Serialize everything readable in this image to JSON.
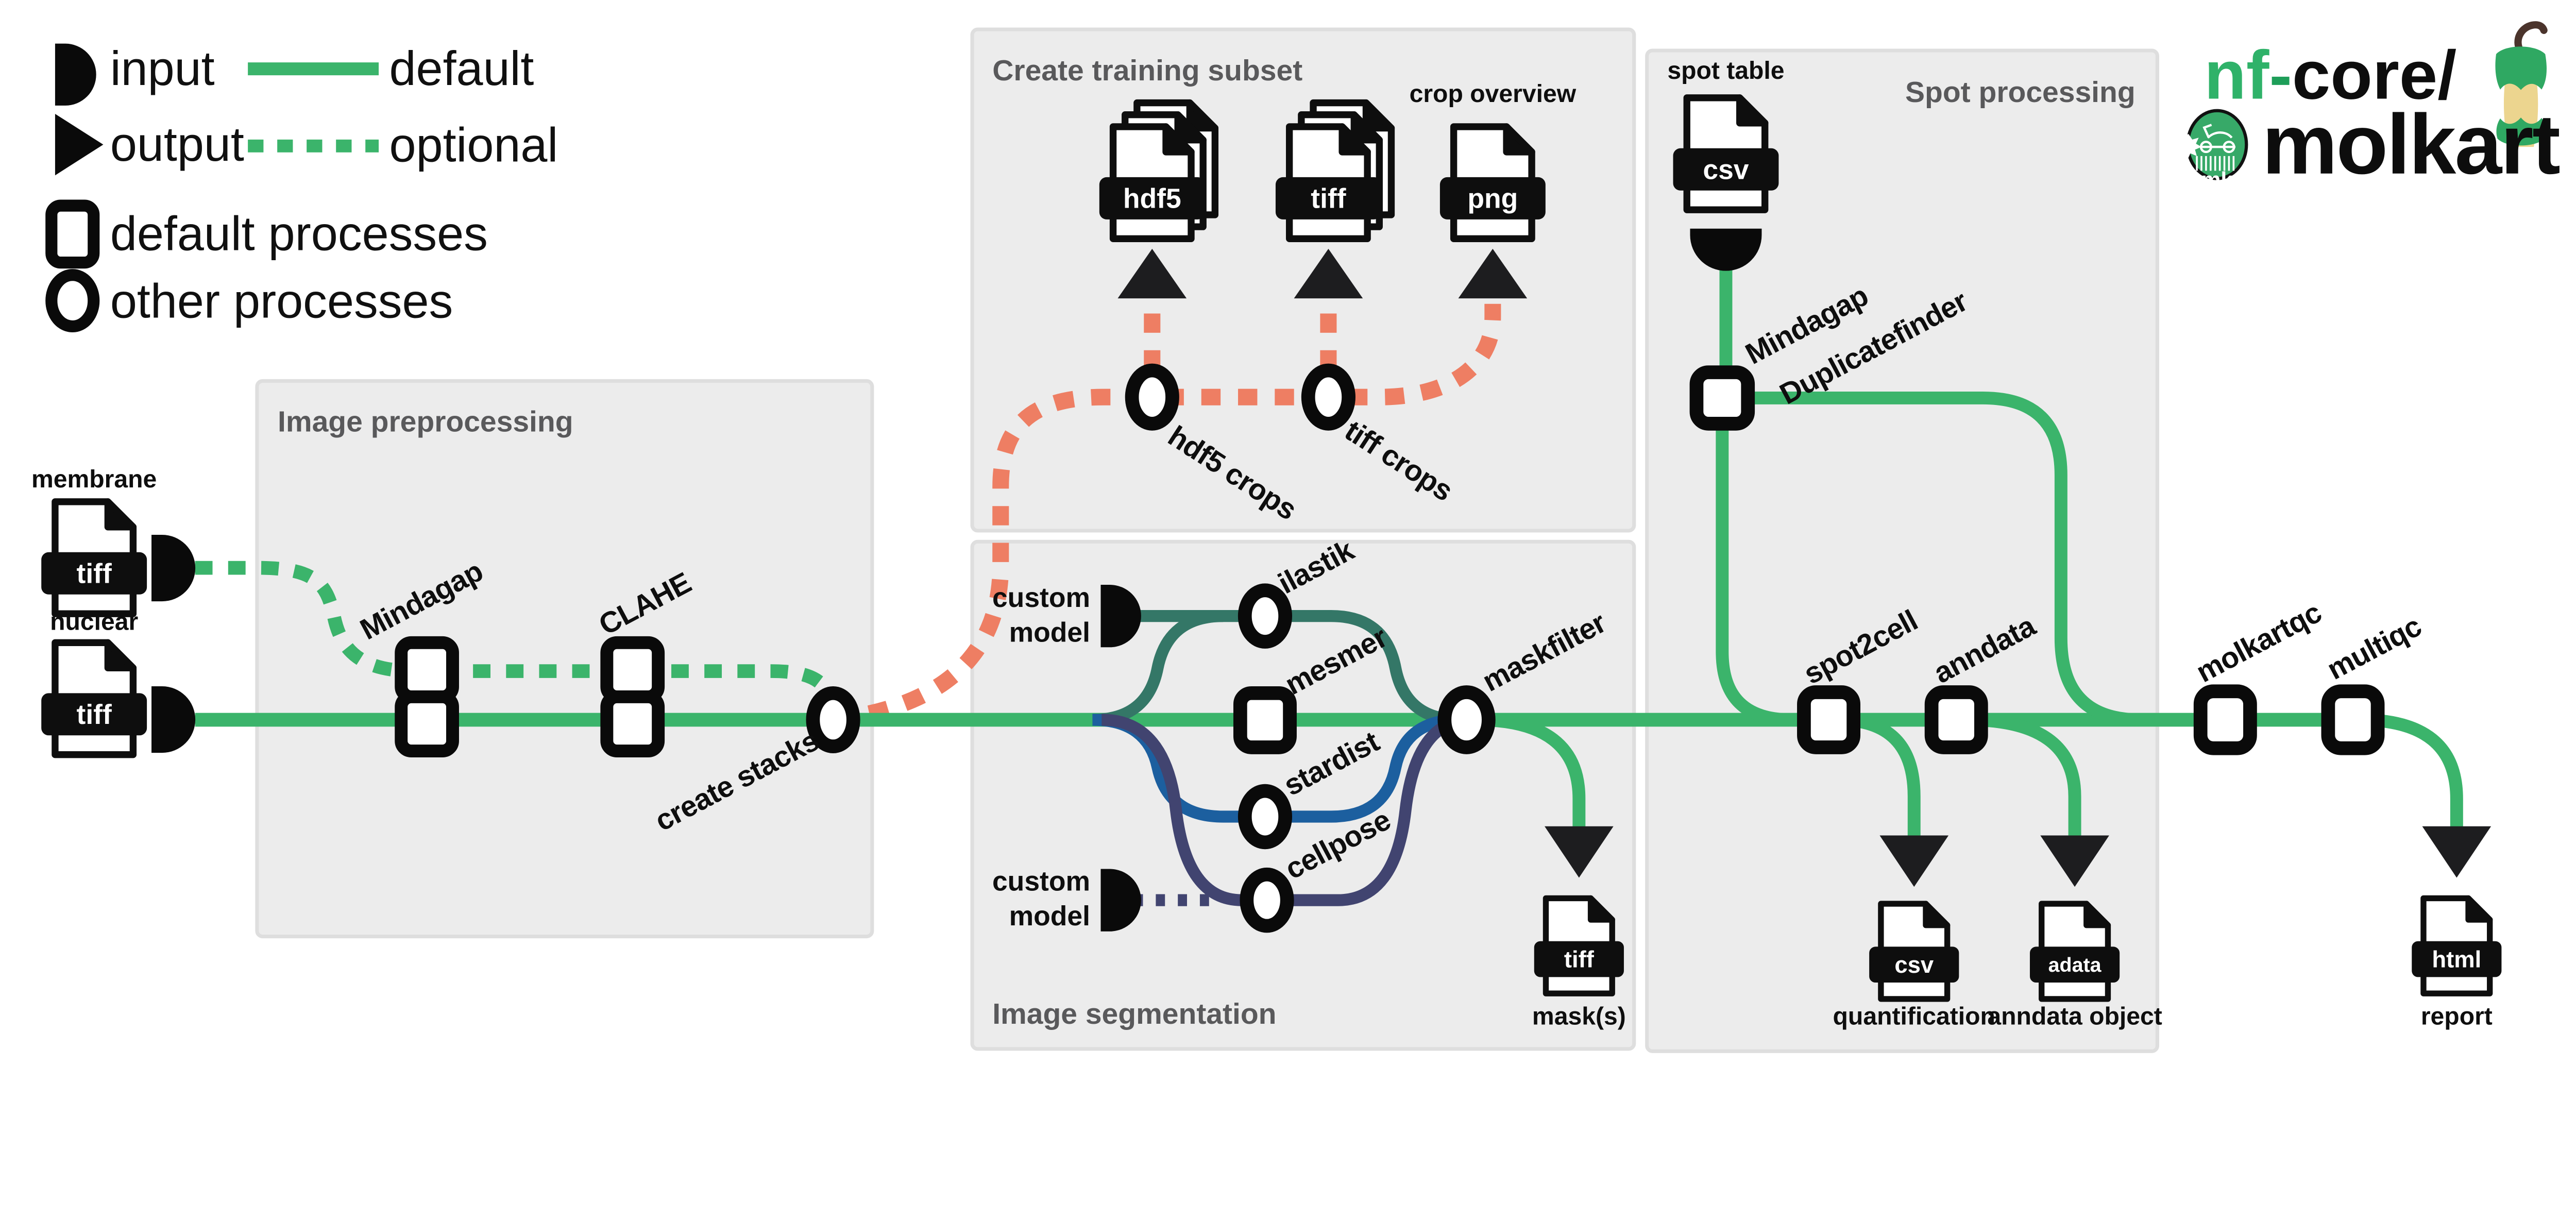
{
  "colors": {
    "green": "#3bb46b",
    "salmon": "#ee7e63",
    "teal": "#347767",
    "blue": "#1c5f9f",
    "navy": "#414470",
    "box_bg": "#ececec",
    "box_border": "#dedede",
    "title_gray": "#59595b",
    "ink": "#0e0e0e",
    "logo_green": "#2fb269",
    "badge_green": "#37a968",
    "apple_flesh": "#ecd58f",
    "stem_brown": "#4b342c"
  },
  "legend": {
    "input": "input",
    "output": "output",
    "default_edge": "default",
    "optional_edge": "optional",
    "default_processes": "default processes",
    "other_processes": "other processes"
  },
  "boxes": {
    "preprocessing": "Image preprocessing",
    "training": "Create training subset",
    "segmentation": "Image segmentation",
    "spot": "Spot processing"
  },
  "inputs": {
    "membrane": {
      "label": "membrane",
      "ext": "tiff"
    },
    "nuclear": {
      "label": "nuclear",
      "ext": "tiff"
    },
    "spot_table": {
      "label": "spot table",
      "ext": "csv"
    },
    "custom_model_top": {
      "line1": "custom",
      "line2": "model"
    },
    "custom_model_bottom": {
      "line1": "custom",
      "line2": "model"
    }
  },
  "processes": {
    "mindagap": "Mindagap",
    "clahe": "CLAHE",
    "create_stacks": "create stacks",
    "hdf5_crops": "hdf5 crops",
    "tiff_crops": "tiff crops",
    "ilastik": "ilastik",
    "mesmer": "mesmer",
    "stardist": "stardist",
    "cellpose": "cellpose",
    "maskfilter": "maskfilter",
    "mindagap_duplicatefinder": {
      "line1": "Mindagap",
      "line2": "Duplicatefinder"
    },
    "spot2cell": "spot2cell",
    "anndata": "anndata",
    "molkartqc": "molkartqc",
    "multiqc": "multiqc"
  },
  "outputs": {
    "hdf5_stack": {
      "ext": "hdf5"
    },
    "tiff_stack": {
      "ext": "tiff"
    },
    "crop_overview": {
      "ext": "png",
      "label": "crop overview"
    },
    "masks": {
      "ext": "tiff",
      "label": "mask(s)"
    },
    "quantification": {
      "ext": "csv",
      "label": "quantification"
    },
    "anndata_object": {
      "ext": "adata",
      "label": "anndata object"
    },
    "report": {
      "ext": "html",
      "label": "report"
    }
  },
  "logo": {
    "nf": "nf",
    "hyphen": "-",
    "core": "core/",
    "pipeline": "molkart",
    "badge": "mk"
  }
}
